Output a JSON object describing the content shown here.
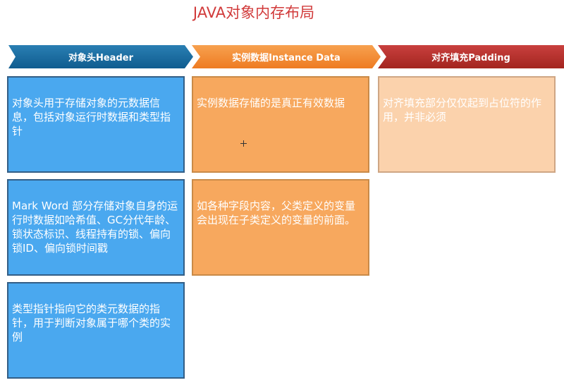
{
  "title": "JAVA对象内存布局",
  "columns": [
    {
      "header": "对象头Header",
      "boxes": [
        "对象头用于存储对象的元数据信息，包括对象运行时数据和类型指针",
        "Mark Word 部分存储对象自身的运行时数据如哈希值、GC分代年龄、锁状态标识、线程持有的锁、偏向锁ID、偏向锁时间戳",
        "类型指针指向它的类元数据的指针，用于判断对象属于哪个类的实例"
      ]
    },
    {
      "header": "实例数据Instance Data",
      "boxes": [
        "实例数据存储的是真正有效数据",
        "如各种字段内容，父类定义的变量会出现在子类定义的变量的前面。"
      ]
    },
    {
      "header": "对齐填充Padding",
      "boxes": [
        "对齐填充部分仅仅起到占位符的作用，并非必须"
      ]
    }
  ],
  "colors": {
    "title": "#d13a3a",
    "header_1": "#1a6ea3",
    "header_2": "#f28d36",
    "header_3": "#b3302c",
    "box_blue": "#4aa8ef",
    "box_orange": "#f7a85e",
    "box_peach": "#fbd2ac"
  }
}
